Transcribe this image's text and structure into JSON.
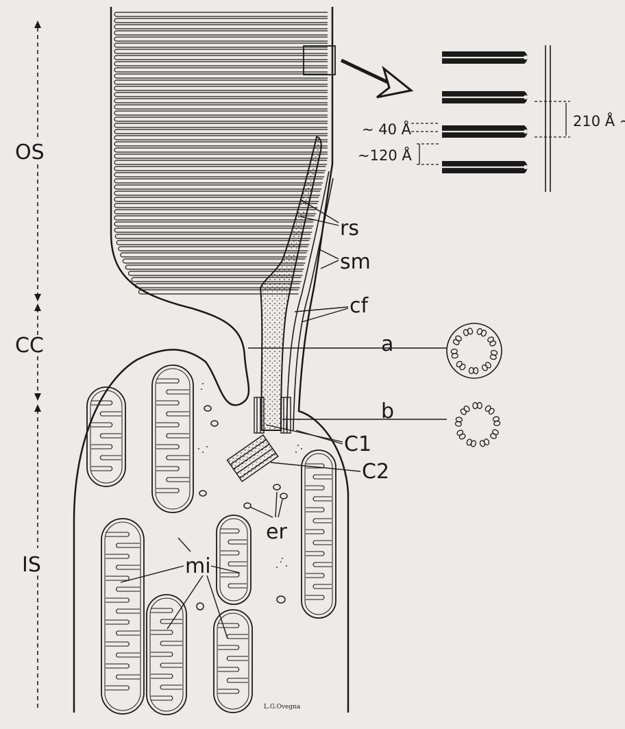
{
  "colors": {
    "background": "#ecebe8",
    "ink": "#1a1a1a"
  },
  "regions": {
    "os": "OS",
    "cc": "CC",
    "is": "IS"
  },
  "labels": {
    "rs": "rs",
    "sm": "sm",
    "cf": "cf",
    "a": "a",
    "b": "b",
    "c1": "C1",
    "c2": "C2",
    "er": "er",
    "mi": "mi"
  },
  "inset": {
    "dim_40": "~ 40 Å",
    "dim_120": "~120 Å",
    "dim_210": "210 Å ~"
  },
  "signature": "L.G.Ovegna"
}
